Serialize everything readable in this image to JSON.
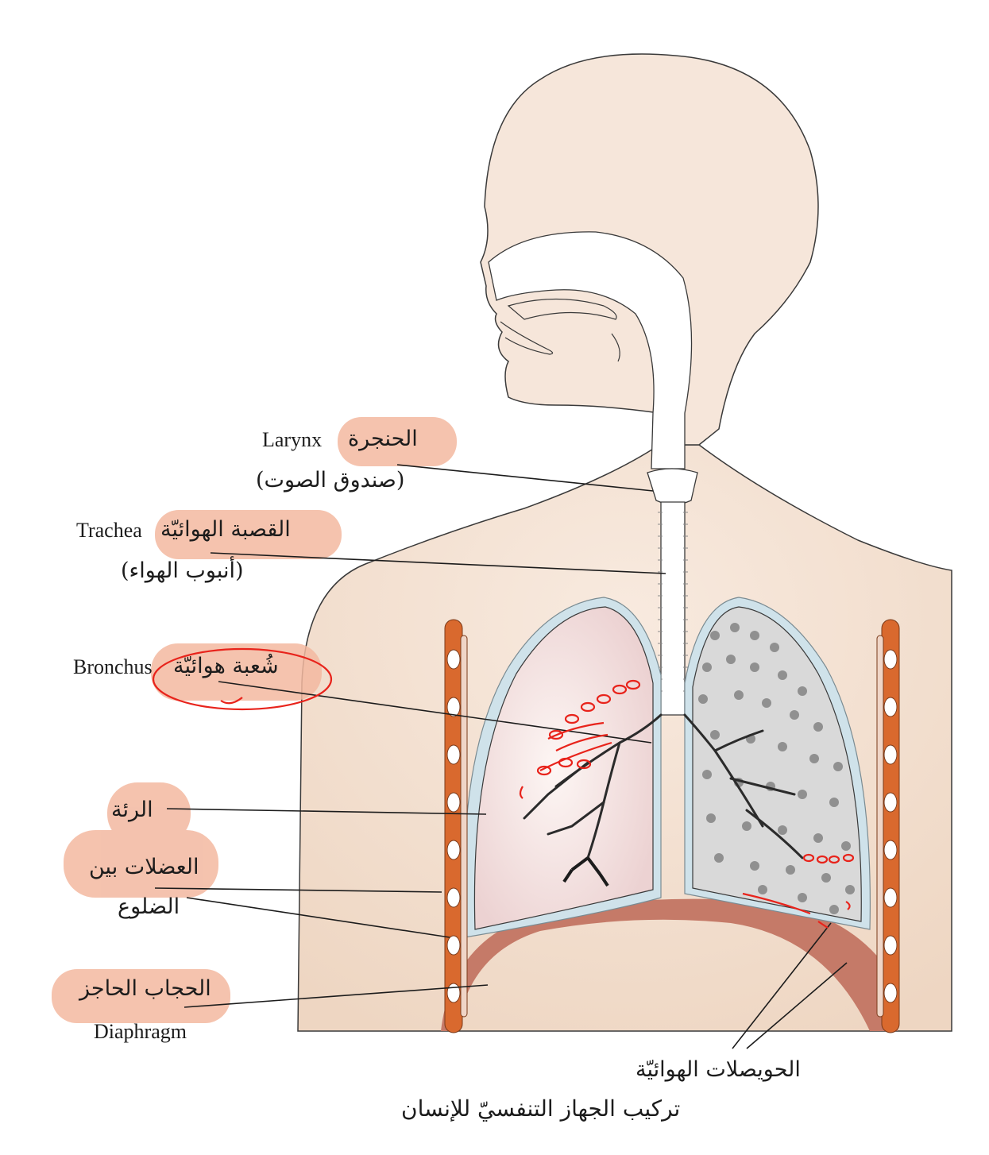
{
  "title": "تركيب الجهاز التنفسيّ للإنسان",
  "labels": {
    "larynx": {
      "ar": "الحنجرة",
      "en": "Larynx",
      "note": "(صندوق الصوت)"
    },
    "trachea": {
      "ar": "القصبة الهوائيّة",
      "en": "Trachea",
      "note": "(أنبوب الهواء)"
    },
    "bronchus": {
      "ar": "شُعبة هوائيّة",
      "en": "Bronchus"
    },
    "lung": {
      "ar": "الرئة"
    },
    "intercostal": {
      "ar_line1": "العضلات بين",
      "ar_line2": "الضلوع"
    },
    "diaphragm": {
      "ar": "الحجاب الحاجز",
      "en": "Diaphragm"
    },
    "alveoli": {
      "ar": "الحويصلات الهوائيّة"
    }
  },
  "colors": {
    "skin": "#f7e8dd",
    "highlight": "#f3b8a0",
    "lung_fill": "#f0d8d8",
    "pleura": "#cfe2ea",
    "muscle": "#d9692e",
    "diaphragm": "#c57a68",
    "annotation": "#e8231b"
  }
}
